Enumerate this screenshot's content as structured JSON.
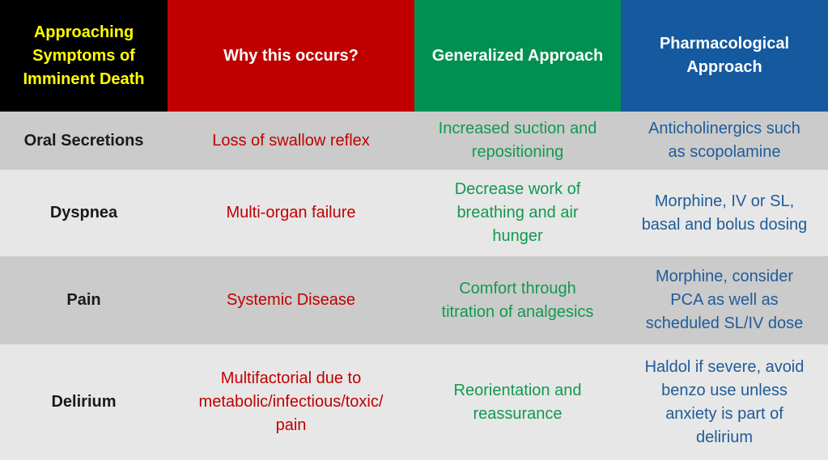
{
  "table": {
    "columns": [
      {
        "label": "Approaching\nSymptoms of\nImminent Death",
        "bg": "#000000",
        "color": "#FFFF00"
      },
      {
        "label": "Why this occurs?",
        "bg": "#C00000",
        "color": "#FFFFFF"
      },
      {
        "label": "Generalized Approach",
        "bg": "#009150",
        "color": "#FFFFFF"
      },
      {
        "label": "Pharmacological\nApproach",
        "bg": "#15599E",
        "color": "#FFFFFF"
      }
    ],
    "rows": [
      {
        "symptom": "Oral Secretions",
        "why": "Loss of swallow reflex",
        "generalized": "Increased suction and\nrepositioning",
        "pharmacological": "Anticholinergics such\nas scopolamine"
      },
      {
        "symptom": "Dyspnea",
        "why": "Multi-organ failure",
        "generalized": "Decrease work of\nbreathing and air\nhunger",
        "pharmacological": "Morphine, IV or SL,\nbasal and bolus dosing"
      },
      {
        "symptom": "Pain",
        "why": "Systemic Disease",
        "generalized": "Comfort through\ntitration of analgesics",
        "pharmacological": "Morphine, consider\nPCA as well as\nscheduled SL/IV dose"
      },
      {
        "symptom": "Delirium",
        "why": "Multifactorial due to\nmetabolic/infectious/toxic/\npain",
        "generalized": "Reorientation and\nreassurance",
        "pharmacological": "Haldol if severe, avoid\nbenzo use unless\nanxiety is part of\ndelirium"
      }
    ],
    "colors": {
      "symptom_text": "#1a1a1a",
      "why_text": "#C00000",
      "generalized_text": "#12994E",
      "pharmacological_text": "#1F5C99",
      "row_bg_odd": "#CBCBCB",
      "row_bg_even": "#E7E7E7"
    }
  }
}
